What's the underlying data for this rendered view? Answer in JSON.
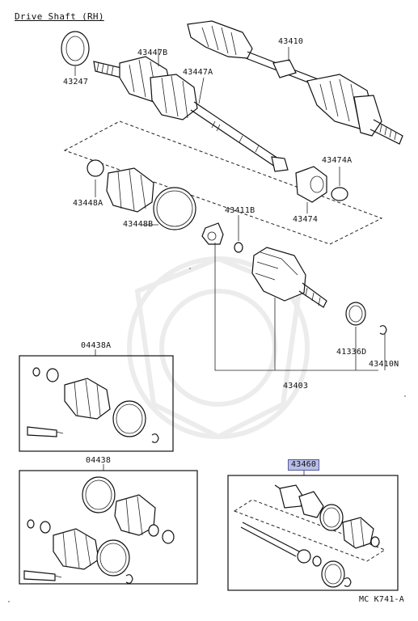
{
  "title": "Drive Shaft  (RH)",
  "labels": {
    "p43247": "43247",
    "p43447B": "43447B",
    "p43447A": "43447A",
    "p43410": "43410",
    "p43448A": "43448A",
    "p43448B": "43448B",
    "p43474A": "43474A",
    "p43474": "43474",
    "p43411B": "43411B",
    "p41336D": "41336D",
    "p43410N": "43410N",
    "p43403": "43403",
    "p04438A": "04438A",
    "p04438": "04438",
    "p43460": "43460"
  },
  "highlight_color": "#b7bde6",
  "footer_code": "MC K741-A"
}
